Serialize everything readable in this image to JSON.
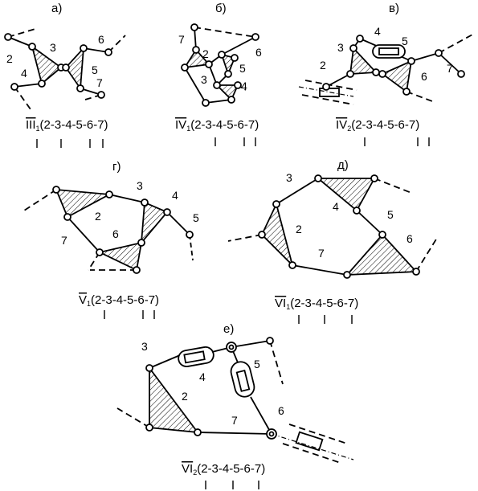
{
  "panels": {
    "a": {
      "section": "а)",
      "links": [
        "2",
        "3",
        "4",
        "5",
        "6",
        "7"
      ],
      "caption": {
        "roman": "III",
        "sub": "1",
        "formula": "(2-3-4-5-6-7)"
      }
    },
    "b": {
      "section": "б)",
      "links": [
        "7",
        "2",
        "6",
        "3",
        "5",
        "4"
      ],
      "caption": {
        "roman": "IV",
        "sub": "1",
        "formula": "(2-3-4-5-6-7)"
      }
    },
    "v": {
      "section": "в)",
      "links": [
        "4",
        "5",
        "3",
        "2",
        "6",
        "7"
      ],
      "caption": {
        "roman": "IV",
        "sub": "2",
        "formula": "(2-3-4-5-6-7)"
      }
    },
    "g": {
      "section": "г)",
      "links": [
        "3",
        "4",
        "2",
        "5",
        "7",
        "6"
      ],
      "caption": {
        "roman": "V",
        "sub": "1",
        "formula": "(2-3-4-5-6-7)"
      }
    },
    "d": {
      "section": "д)",
      "links": [
        "3",
        "4",
        "5",
        "2",
        "6",
        "7"
      ],
      "caption": {
        "roman": "VI",
        "sub": "1",
        "formula": "(2-3-4-5-6-7)"
      }
    },
    "e": {
      "section": "е)",
      "links": [
        "3",
        "4",
        "5",
        "2",
        "6",
        "7"
      ],
      "caption": {
        "roman": "VI",
        "sub": "2",
        "formula": "(2-3-4-5-6-7)"
      }
    }
  },
  "colors": {
    "ink": "#000000",
    "background": "#ffffff"
  }
}
